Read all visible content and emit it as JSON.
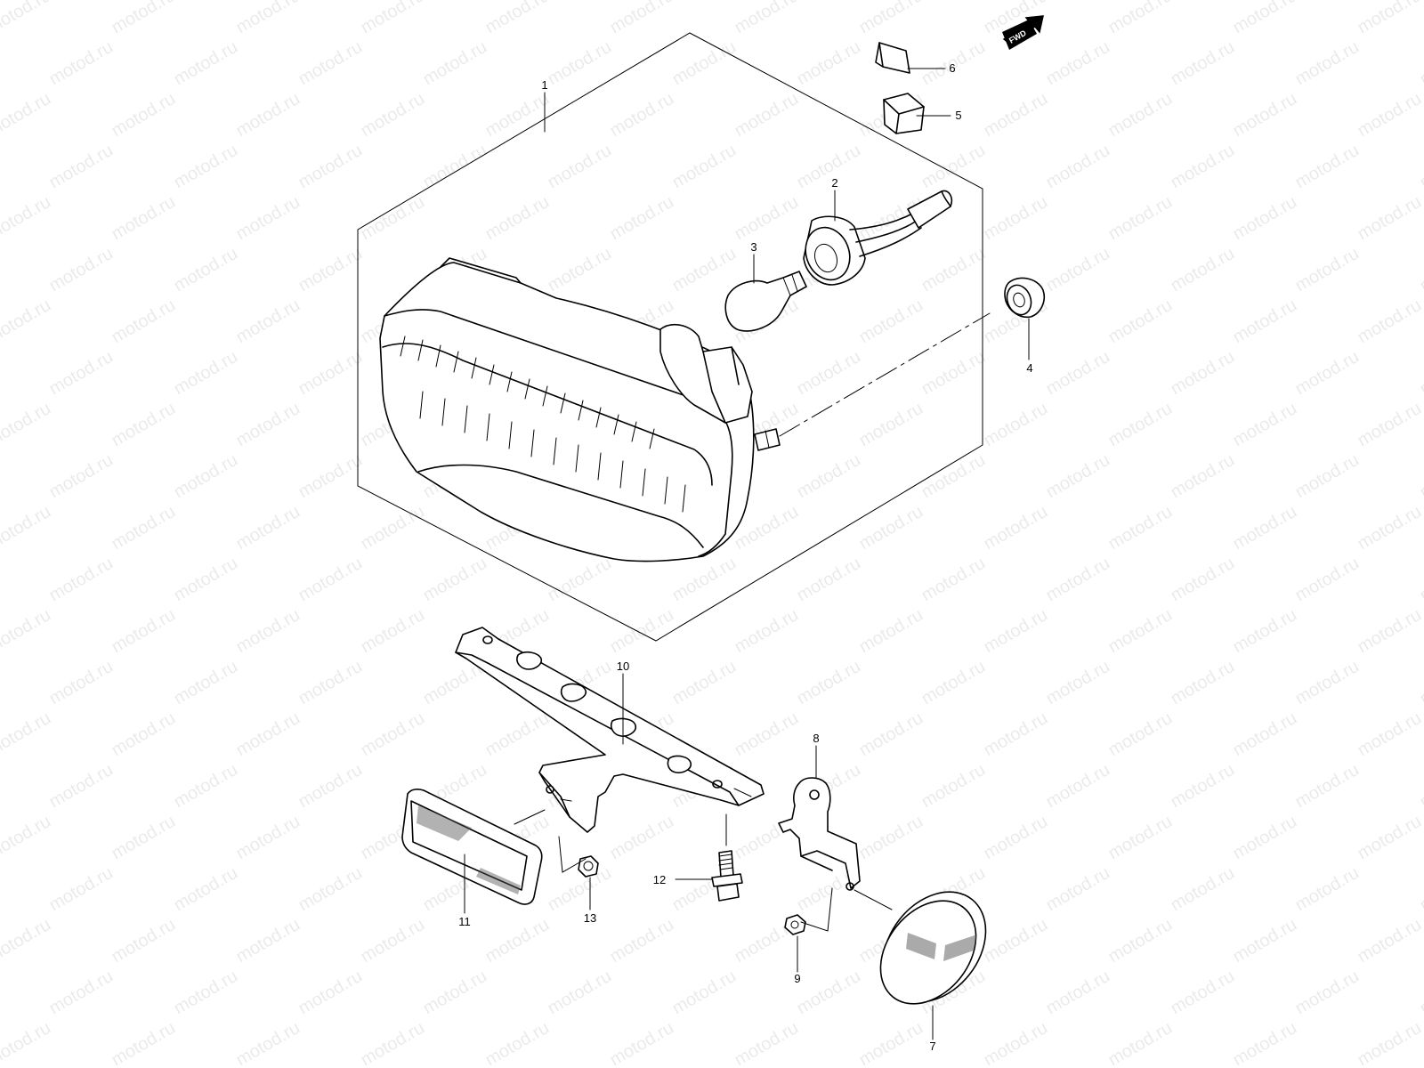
{
  "watermark": "motod.ru",
  "direction_indicator": {
    "label": "FWD",
    "icon": "fwd-arrow-icon"
  },
  "callouts": [
    {
      "id": "1",
      "label": "1"
    },
    {
      "id": "2",
      "label": "2"
    },
    {
      "id": "3",
      "label": "3"
    },
    {
      "id": "4",
      "label": "4"
    },
    {
      "id": "5",
      "label": "5"
    },
    {
      "id": "6",
      "label": "6"
    },
    {
      "id": "7",
      "label": "7"
    },
    {
      "id": "8",
      "label": "8"
    },
    {
      "id": "9",
      "label": "9"
    },
    {
      "id": "10",
      "label": "10"
    },
    {
      "id": "11",
      "label": "11"
    },
    {
      "id": "12",
      "label": "12"
    },
    {
      "id": "13",
      "label": "13"
    }
  ],
  "colors": {
    "line": "#000000",
    "background": "#ffffff"
  }
}
